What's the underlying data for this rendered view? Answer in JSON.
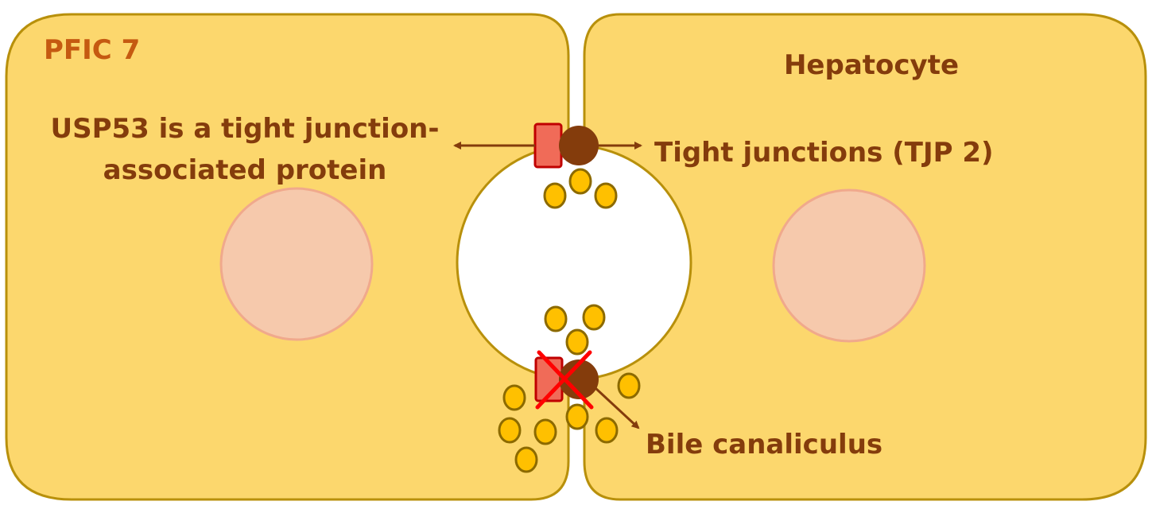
{
  "title": "PFIC 7",
  "labels": {
    "usp53_line1": "USP53 is a tight junction-",
    "usp53_line2": "associated protein",
    "hepatocyte": "Hepatocyte",
    "tight_junctions": "Tight junctions (TJP 2)",
    "bile_canaliculus": "Bile canaliculus"
  },
  "colors": {
    "cell_fill": "#FCD76D",
    "cell_stroke": "#B8900B",
    "nucleus_fill": "#F6C9AC",
    "nucleus_stroke": "#F0A98C",
    "title_text": "#C55A11",
    "label_text": "#843C0C",
    "usp53_protein": "#F06B58",
    "usp53_stroke": "#C00000",
    "tjp2_protein": "#843C0C",
    "bile_salt_fill": "#FFC000",
    "bile_salt_stroke": "#8C6A00",
    "cross_mark": "#FF0000"
  },
  "states": {
    "lower_junction_disrupted": true
  }
}
